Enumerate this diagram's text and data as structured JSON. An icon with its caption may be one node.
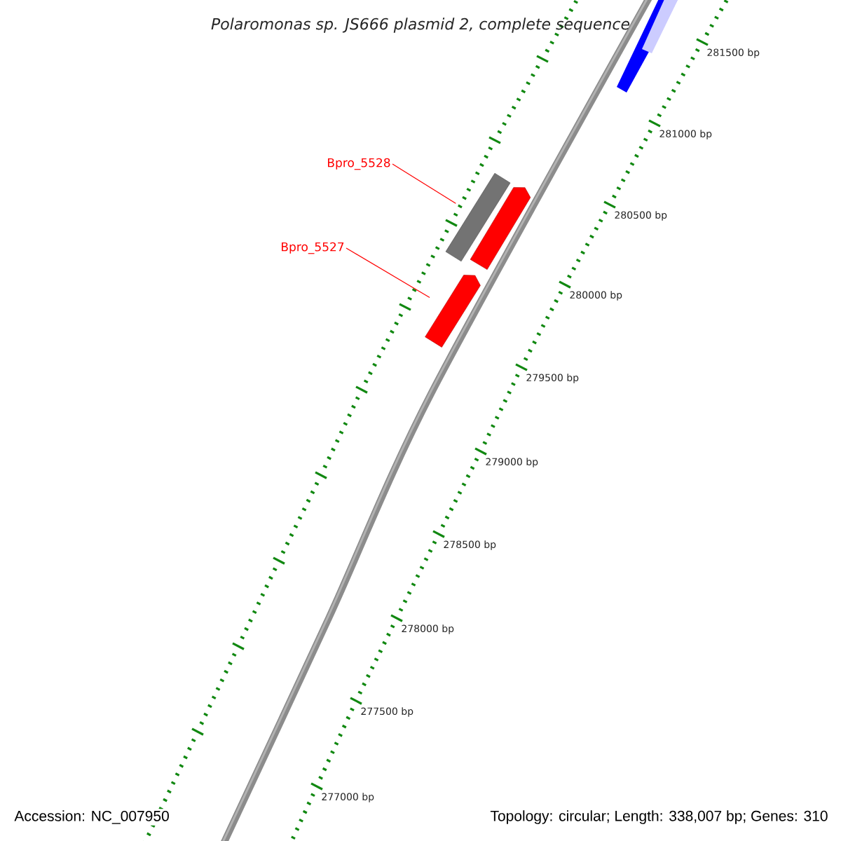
{
  "diagram": {
    "title": "Polaromonas sp. JS666 plasmid 2, complete sequence",
    "nodes": [
      {
        "text": [
          "Bpro_5528"
        ]
      },
      {
        "text": [
          "Bpro_5527"
        ]
      },
      {
        "text": [],
        "shape": "box"
      },
      {
        "text": [],
        "shape": "arrow"
      }
    ],
    "edges": [
      {
        "from": 0,
        "to": 2,
        "arrow": "none"
      },
      {
        "from": 1,
        "to": 3,
        "arrow": "none"
      }
    ],
    "labels": [
      "281500 bp",
      "281000 bp",
      "280500 bp",
      "280000 bp",
      "279500 bp",
      "279000 bp",
      "278500 bp",
      "278000 bp",
      "277500 bp",
      "277000 bp",
      "Accession: NC_007950",
      "Topology: circular; Length: 338,007 bp; Genes: 310"
    ]
  }
}
